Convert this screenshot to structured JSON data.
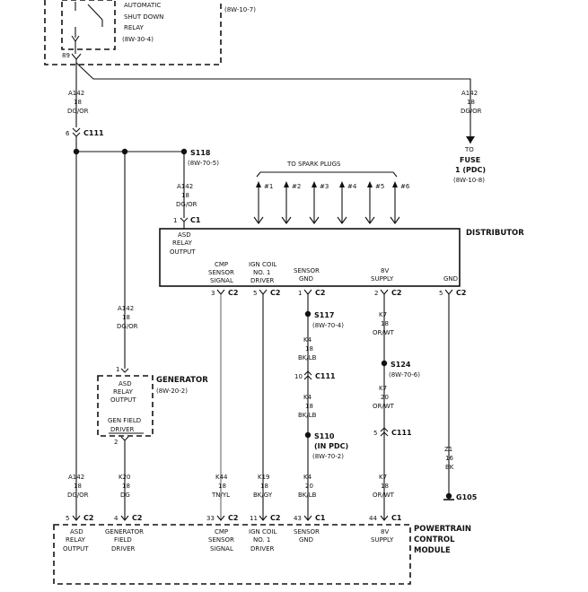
{
  "relay": {
    "l1": "AUTOMATIC",
    "l2": "SHUT DOWN",
    "l3": "RELAY",
    "ref": "(8W-30-4)",
    "pin": "89"
  },
  "center": {
    "ref": "(8W-10-7)"
  },
  "wire_a142_top": {
    "circuit": "A142",
    "gauge": "18",
    "color": "DG/OR"
  },
  "wire_a142_right": {
    "circuit": "A142",
    "gauge": "18",
    "color": "DG/OR"
  },
  "fuse": {
    "to": "TO",
    "label1": "FUSE",
    "label2": "1 (PDC)",
    "ref": "(8W-10-8)"
  },
  "c111_top": {
    "pin": "6",
    "name": "C111"
  },
  "s118": {
    "name": "S118",
    "ref": "(8W-70-5)"
  },
  "wire_dist_in": {
    "circuit": "A142",
    "gauge": "18",
    "color": "DG/OR"
  },
  "c1_dist": {
    "pin": "1",
    "name": "C1"
  },
  "spark": {
    "title": "TO SPARK PLUGS",
    "plugs": [
      "#1",
      "#2",
      "#3",
      "#4",
      "#5",
      "#6"
    ]
  },
  "distributor": {
    "title": "DISTRIBUTOR",
    "asd": [
      "ASD",
      "RELAY",
      "OUTPUT"
    ],
    "cmp": [
      "CMP",
      "SENSOR",
      "SIGNAL"
    ],
    "ign": [
      "IGN COIL",
      "NO. 1",
      "DRIVER"
    ],
    "sgnd": [
      "SENSOR",
      "GND"
    ],
    "v8": [
      "8V",
      "SUPPLY"
    ],
    "gnd": "GND"
  },
  "dist_pins": [
    {
      "pin": "3",
      "name": "C2"
    },
    {
      "pin": "5",
      "name": "C2"
    },
    {
      "pin": "1",
      "name": "C2"
    },
    {
      "pin": "2",
      "name": "C2"
    },
    {
      "pin": "5",
      "name": "C2"
    }
  ],
  "wire_gen_in": {
    "circuit": "A142",
    "gauge": "18",
    "color": "DG/OR"
  },
  "generator": {
    "title": "GENERATOR",
    "ref": "(8W-20-2)",
    "pin_top": "1",
    "pin_bottom": "2",
    "asd": [
      "ASD",
      "RELAY",
      "OUTPUT"
    ],
    "field": [
      "GEN FIELD",
      "DRIVER"
    ]
  },
  "s117": {
    "name": "S117",
    "ref": "(8W-70-4)"
  },
  "wire_k4_a": {
    "circuit": "K4",
    "gauge": "18",
    "color": "BK/LB"
  },
  "c111_mid": {
    "pin": "10",
    "name": "C111"
  },
  "wire_k4_b": {
    "circuit": "K4",
    "gauge": "18",
    "color": "BK/LB"
  },
  "s110": {
    "name": "S110",
    "sub": "(IN PDC)",
    "ref": "(8W-70-2)"
  },
  "wire_k7_a": {
    "circuit": "K7",
    "gauge": "18",
    "color": "OR/WT"
  },
  "s124": {
    "name": "S124",
    "ref": "(8W-70-6)"
  },
  "wire_k7_b": {
    "circuit": "K7",
    "gauge": "20",
    "color": "OR/WT"
  },
  "c111_right": {
    "pin": "5",
    "name": "C111"
  },
  "wire_z1": {
    "circuit": "Z1",
    "gauge": "16",
    "color": "BK"
  },
  "g105": {
    "name": "G105"
  },
  "bottom_wires": [
    {
      "circuit": "A142",
      "gauge": "18",
      "color": "DG/OR"
    },
    {
      "circuit": "K20",
      "gauge": "18",
      "color": "DG"
    },
    {
      "circuit": "K44",
      "gauge": "18",
      "color": "TN/YL"
    },
    {
      "circuit": "K19",
      "gauge": "18",
      "color": "BK/GY"
    },
    {
      "circuit": "K4",
      "gauge": "20",
      "color": "BK/LB"
    },
    {
      "circuit": "K7",
      "gauge": "18",
      "color": "OR/WT"
    }
  ],
  "pcm_pins": [
    {
      "pin": "5",
      "name": "C2"
    },
    {
      "pin": "4",
      "name": "C2"
    },
    {
      "pin": "33",
      "name": "C2"
    },
    {
      "pin": "11",
      "name": "C2"
    },
    {
      "pin": "43",
      "name": "C1"
    },
    {
      "pin": "44",
      "name": "C1"
    }
  ],
  "pcm": {
    "title": [
      "POWERTRAIN",
      "CONTROL",
      "MODULE"
    ],
    "asd": [
      "ASD",
      "RELAY",
      "OUTPUT"
    ],
    "gen": [
      "GENERATOR",
      "FIELD",
      "DRIVER"
    ],
    "cmp": [
      "CMP",
      "SENSOR",
      "SIGNAL"
    ],
    "ign": [
      "IGN COIL",
      "NO. 1",
      "DRIVER"
    ],
    "sgnd": [
      "SENSOR",
      "GND"
    ],
    "v8": [
      "8V",
      "SUPPLY"
    ]
  }
}
